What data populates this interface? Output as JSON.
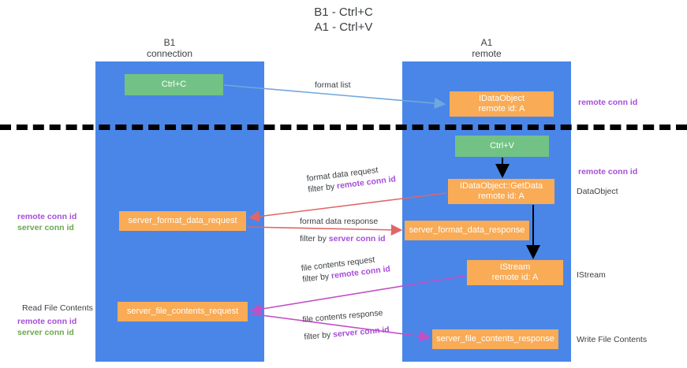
{
  "title": {
    "line1": "B1 - Ctrl+C",
    "line2": "A1 - Ctrl+V"
  },
  "lanes": [
    {
      "id": "b1",
      "name": "B1",
      "role": "connection",
      "color": "#4a86e8"
    },
    {
      "id": "a1",
      "name": "A1",
      "role": "remote",
      "color": "#4a86e8"
    }
  ],
  "boxes": {
    "ctrl_c": "Ctrl+C",
    "ctrl_v": "Ctrl+V",
    "idataobject_title": "IDataObject",
    "idataobject_sub": "remote id: A",
    "getdata_title": "IDataObject::GetData",
    "getdata_sub": "remote id: A",
    "istream_title": "IStream",
    "istream_sub": "remote id: A",
    "server_format_data_request": "server_format_data_request",
    "server_format_data_response": "server_format_data_response",
    "server_file_contents_request": "server_file_contents_request",
    "server_file_contents_response": "server_file_contents_response"
  },
  "arrow_labels": {
    "format_list": "format list",
    "format_data_request": "format data request",
    "format_data_request_filter_prefix": "filter by ",
    "format_data_request_filter_key": "remote conn id",
    "format_data_response": "format data response",
    "format_data_response_filter_prefix": "filter by ",
    "format_data_response_filter_key": "server conn id",
    "file_contents_request": "file contents request",
    "file_contents_request_filter_prefix": "filter by ",
    "file_contents_request_filter_key": "remote conn id",
    "file_contents_response": "file contents response",
    "file_contents_response_filter_prefix": "filter by ",
    "file_contents_response_filter_key": "server conn id"
  },
  "side_labels": {
    "right_remote_conn_id_top": "remote conn id",
    "right_remote_conn_id_mid": "remote conn id",
    "dataobject": "DataObject",
    "istream": "IStream",
    "write_file_contents": "Write File Contents",
    "left_remote_conn_id_mid": "remote conn id",
    "left_server_conn_id_mid": "server conn id",
    "read_file_contents": "Read File Contents",
    "left_remote_conn_id_bottom": "remote conn id",
    "left_server_conn_id_bottom": "server conn id"
  },
  "colors": {
    "lane": "#4a86e8",
    "green_box": "#72c285",
    "orange_box": "#f9ab55",
    "remote_conn_id": "#a64ddb",
    "server_conn_id": "#6aa84f",
    "arrow_blue": "#6fa8dc",
    "arrow_red": "#e06666",
    "arrow_magenta": "#c44fc4",
    "arrow_black": "#000000",
    "divider": "#000000",
    "text": "#3c4043"
  }
}
